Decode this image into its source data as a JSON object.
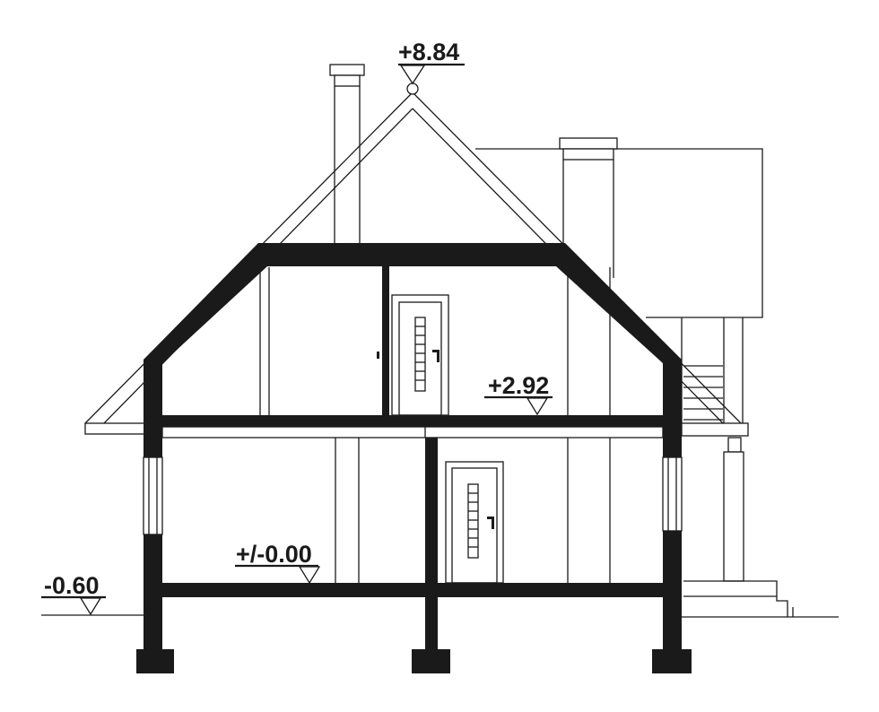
{
  "levels": {
    "ridge": "+8.84",
    "first_floor": "+2.92",
    "ground_floor": "+/-0.00",
    "terrain": "-0.60"
  },
  "colors": {
    "line": "#1a1a1a",
    "background": "#ffffff"
  }
}
